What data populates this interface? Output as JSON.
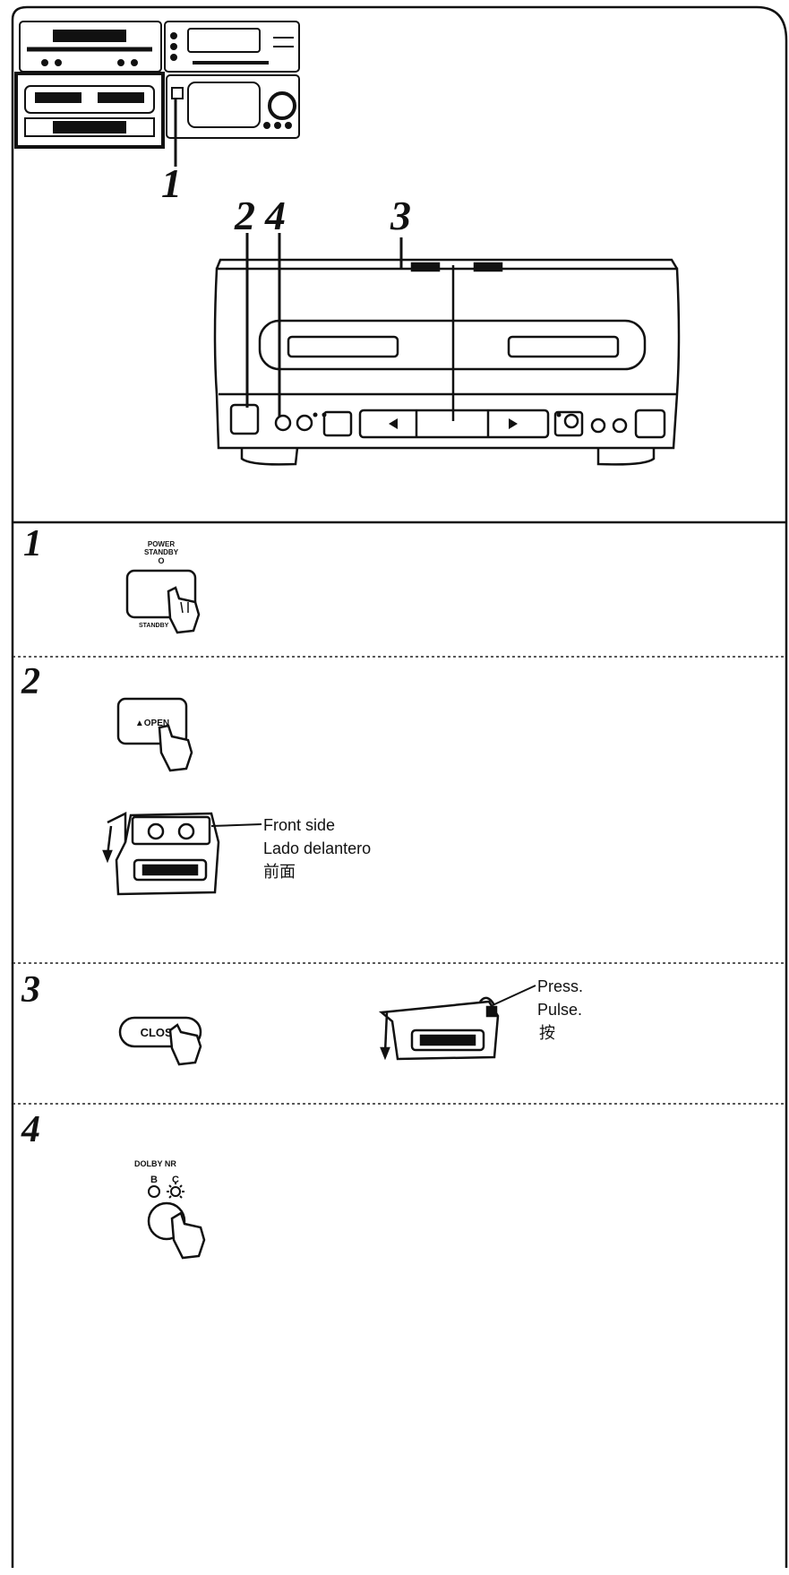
{
  "overview": {
    "callouts": [
      "1",
      "2",
      "4",
      "3"
    ]
  },
  "steps": [
    {
      "number": "1",
      "button": {
        "top_label_1": "POWER",
        "top_label_2": "STANDBY",
        "indicator": "O",
        "bottom_label": "STANDBY"
      }
    },
    {
      "number": "2",
      "button": {
        "label": "▲OPEN"
      },
      "cassette_labels": [
        "Front side",
        "Lado delantero",
        "前面"
      ]
    },
    {
      "number": "3",
      "button": {
        "label": "CLOSE"
      },
      "press_labels": [
        "Press.",
        "Pulse.",
        "按"
      ]
    },
    {
      "number": "4",
      "button": {
        "label": "DOLBY NR",
        "option_b": "B",
        "option_c": "C"
      }
    }
  ]
}
